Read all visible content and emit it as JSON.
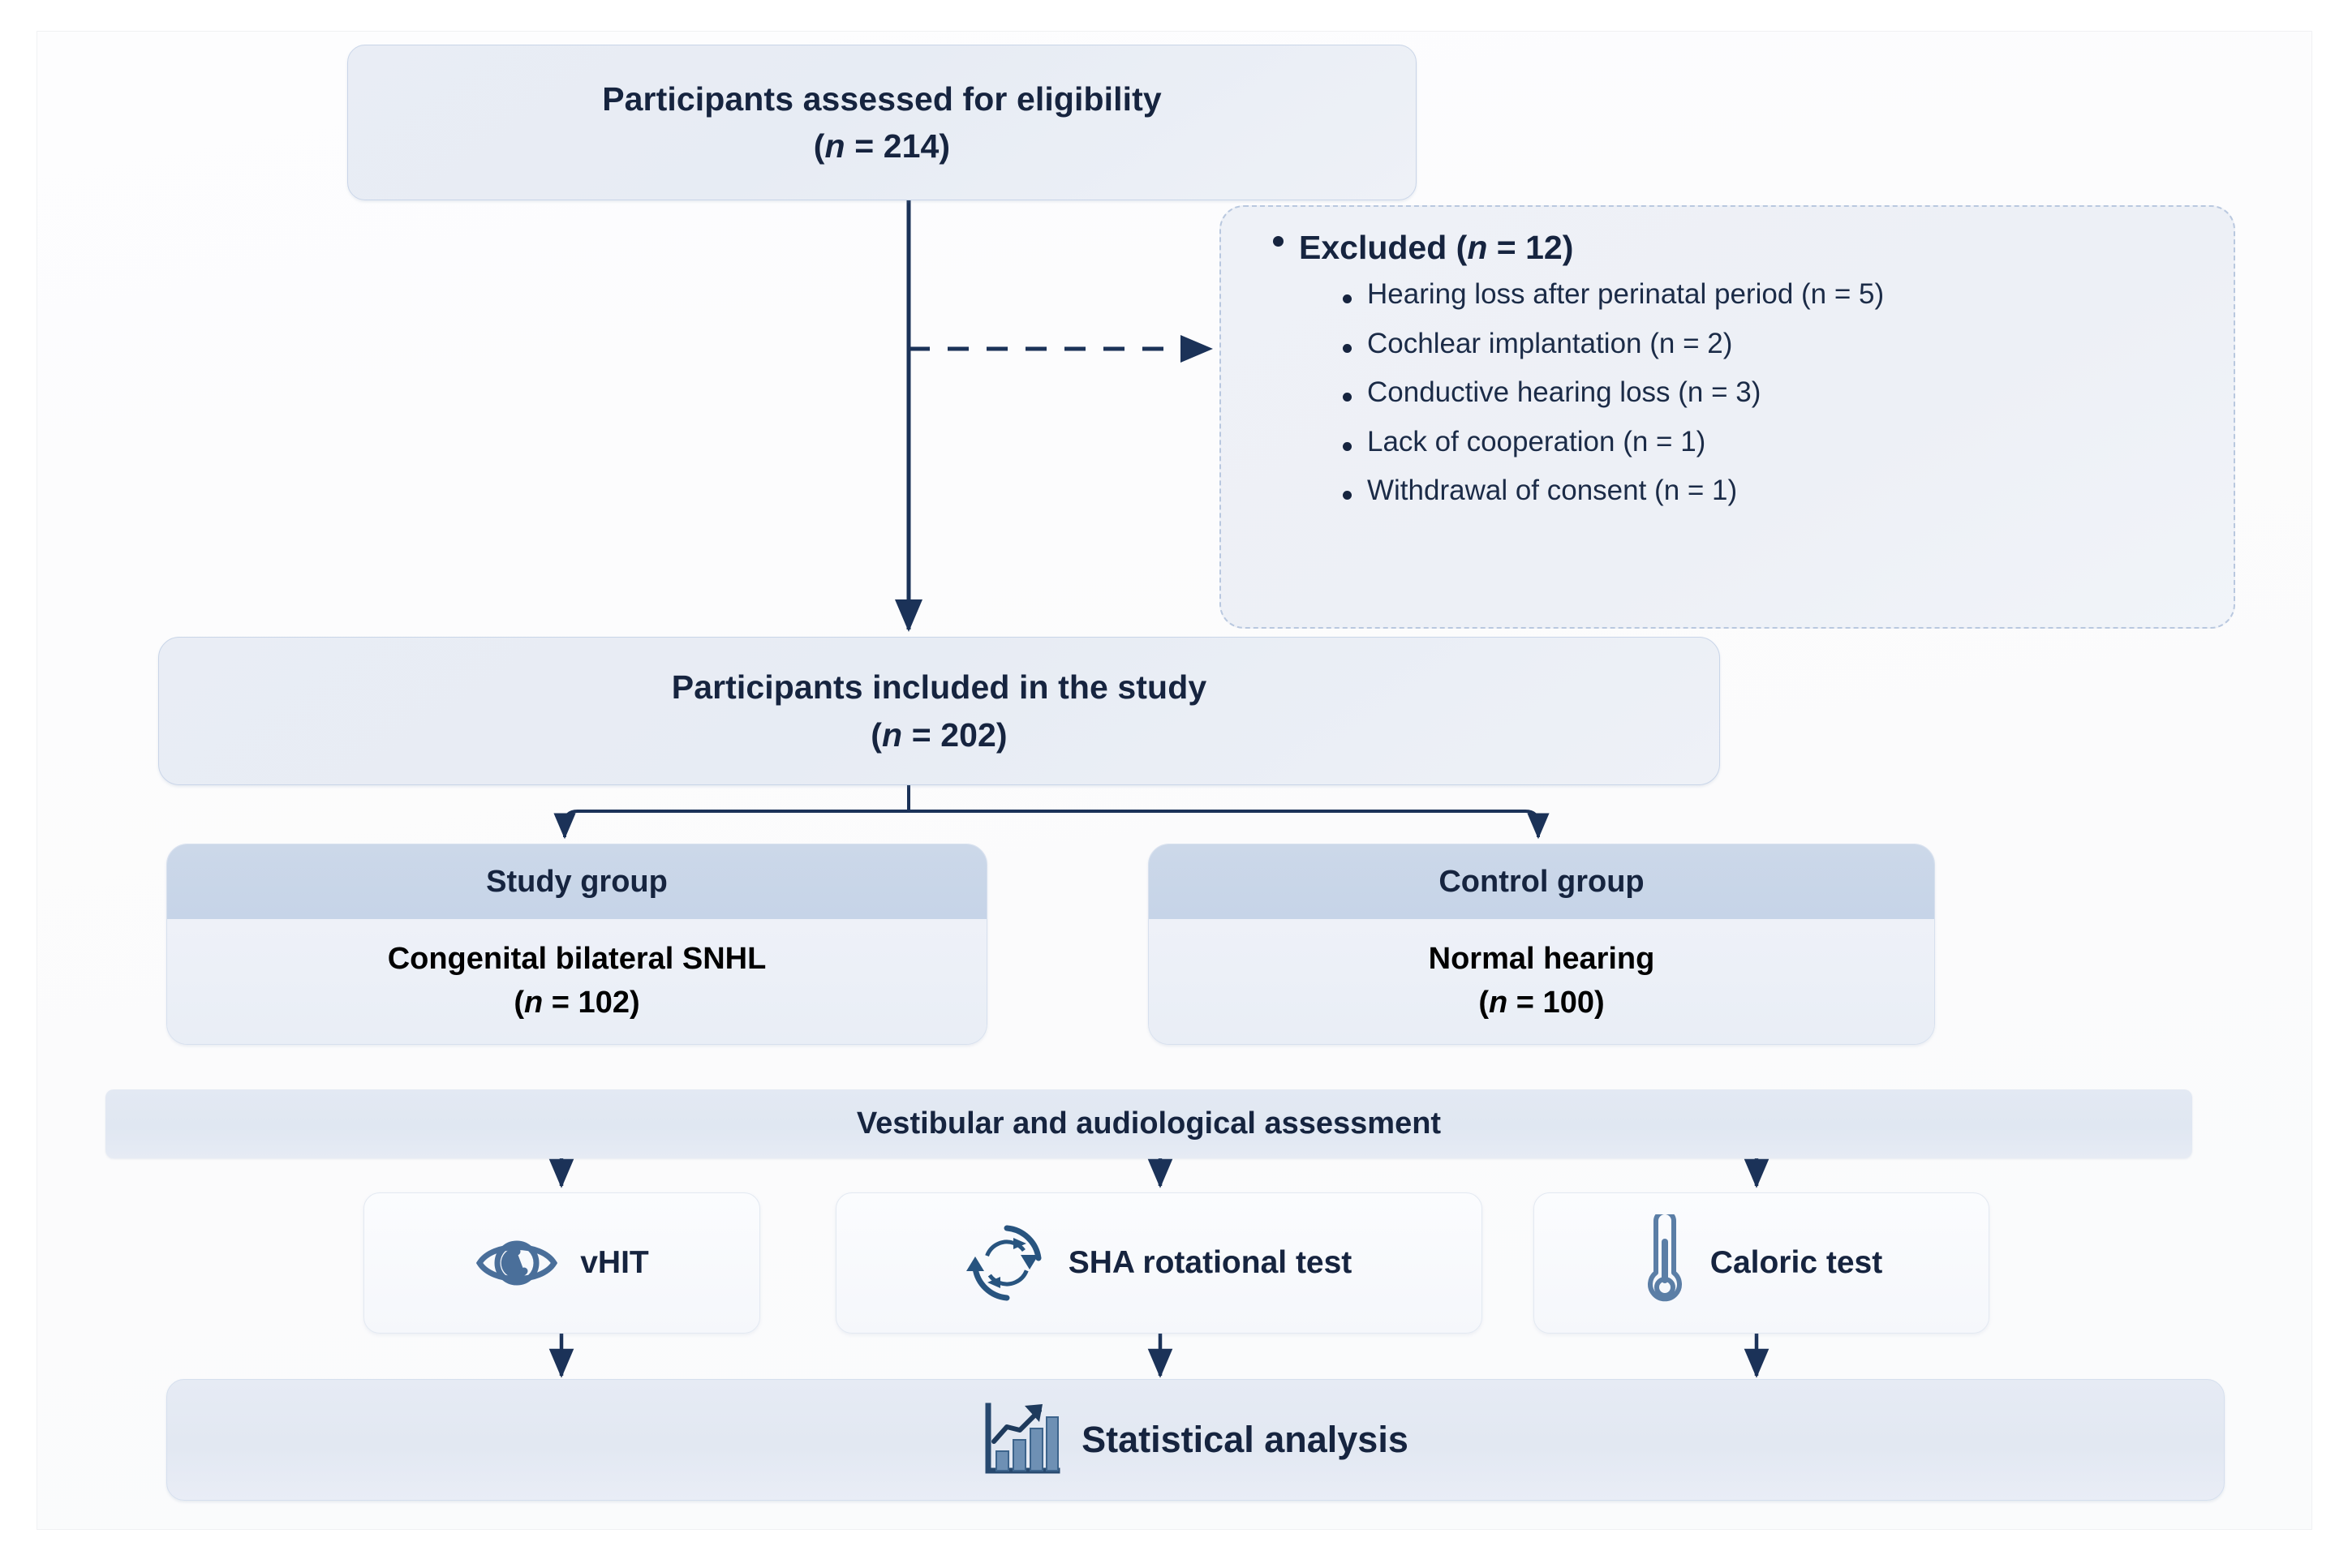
{
  "flow": {
    "assessed": {
      "line1": "Participants assessed for eligibility",
      "n_prefix": "(",
      "n_italic": "n",
      "n_value": " = 214)"
    },
    "excluded": {
      "heading_text": "Excluded (",
      "heading_italic": "n",
      "heading_tail": " = 12)",
      "reasons": [
        "Hearing loss after perinatal period (n = 5)",
        "Cochlear implantation (n = 2)",
        "Conductive hearing loss (n = 3)",
        "Lack of cooperation (n = 1)",
        "Withdrawal of consent (n = 1)"
      ]
    },
    "included": {
      "line1": "Participants included in the study",
      "n_prefix": "(",
      "n_italic": "n",
      "n_value": " = 202)"
    },
    "study_group": {
      "header": "Study group",
      "line1": "Congenital bilateral SNHL",
      "n_prefix": "(",
      "n_italic": "n",
      "n_value": " = 102)"
    },
    "control_group": {
      "header": "Control group",
      "line1": "Normal hearing",
      "n_prefix": "(",
      "n_italic": "n",
      "n_value": " = 100)"
    },
    "assessment_bar": "Vestibular and audiological assessment",
    "tests": [
      {
        "label": "vHIT",
        "icon": "eye-icon"
      },
      {
        "label": "SHA rotational test",
        "icon": "rotation-arrows-icon"
      },
      {
        "label": "Caloric test",
        "icon": "thermometer-icon"
      }
    ],
    "statistical_analysis": {
      "label": "Statistical analysis",
      "icon": "bar-chart-growth-icon"
    }
  },
  "colors": {
    "text_dark": "#16243f",
    "box_fill": "#e9edf5",
    "box_border": "#c9d5e8",
    "group_header": "#ccd8e9",
    "bar_fill": "#e3e9f3",
    "icon_blue": "#4a6f9a",
    "connector": "#1b3258",
    "dashed_border": "#b9c8df"
  }
}
